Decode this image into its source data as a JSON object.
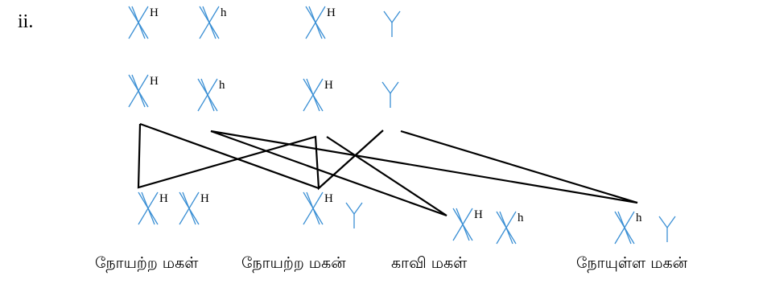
{
  "section_label": "ii.",
  "colors": {
    "chromosome": "#3a8fd4",
    "lines": "#000000",
    "text": "#000000"
  },
  "generations": [
    {
      "name": "parents",
      "items": [
        {
          "type": "X",
          "allele": "H"
        },
        {
          "type": "X",
          "allele": "h"
        },
        {
          "type": "X",
          "allele": "H"
        },
        {
          "type": "Y",
          "allele": ""
        }
      ]
    },
    {
      "name": "gametes",
      "items": [
        {
          "type": "X",
          "allele": "H"
        },
        {
          "type": "X",
          "allele": "h"
        },
        {
          "type": "X",
          "allele": "H"
        },
        {
          "type": "Y",
          "allele": ""
        }
      ]
    },
    {
      "name": "offspring",
      "children": [
        {
          "caption": "நோயற்ற மகள்",
          "chromosomes": [
            {
              "type": "X",
              "allele": "H"
            },
            {
              "type": "X",
              "allele": "H"
            }
          ]
        },
        {
          "caption": "நோயற்ற மகன்",
          "chromosomes": [
            {
              "type": "X",
              "allele": "H"
            },
            {
              "type": "Y",
              "allele": ""
            }
          ]
        },
        {
          "caption": "காவி மகள்",
          "chromosomes": [
            {
              "type": "X",
              "allele": "H"
            },
            {
              "type": "X",
              "allele": "h"
            }
          ]
        },
        {
          "caption": "நோயுள்ள மகன்",
          "chromosomes": [
            {
              "type": "X",
              "allele": "h"
            },
            {
              "type": "Y",
              "allele": ""
            }
          ]
        }
      ]
    }
  ]
}
